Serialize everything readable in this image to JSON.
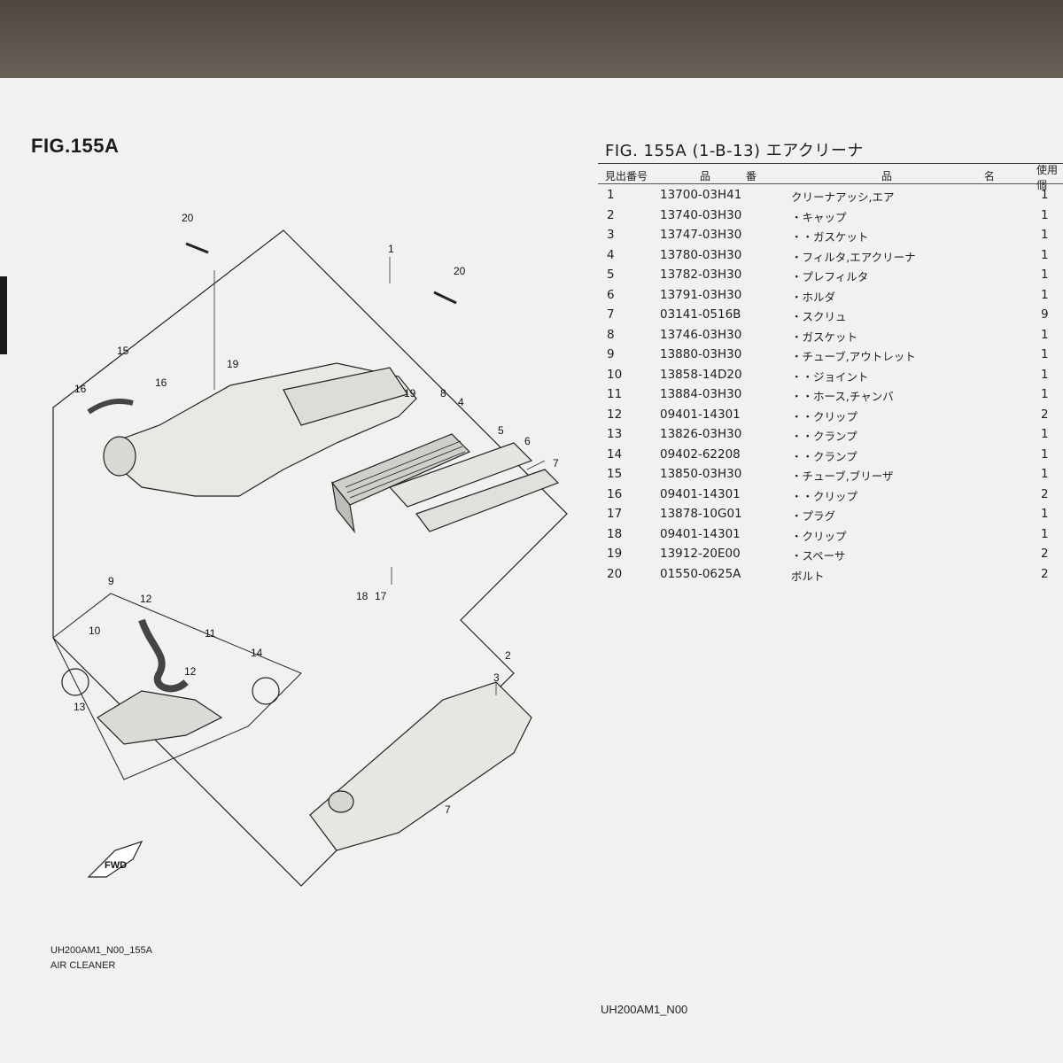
{
  "figure": {
    "left_label": "FIG.155A",
    "right_label": "FIG. 155A (1-B-13) エアクリーナ"
  },
  "columns": {
    "ref_no": "見出番号",
    "part_no": "品 番",
    "part_name": "品 名",
    "qty": "使用個"
  },
  "parts": [
    {
      "no": "1",
      "part_no": "13700-03H41",
      "name": "クリーナアッシ,エア",
      "qty": "1"
    },
    {
      "no": "2",
      "part_no": "13740-03H30",
      "name": "・キャップ",
      "qty": "1"
    },
    {
      "no": "3",
      "part_no": "13747-03H30",
      "name": "・・ガスケット",
      "qty": "1"
    },
    {
      "no": "4",
      "part_no": "13780-03H30",
      "name": "・フィルタ,エアクリーナ",
      "qty": "1"
    },
    {
      "no": "5",
      "part_no": "13782-03H30",
      "name": "・プレフィルタ",
      "qty": "1"
    },
    {
      "no": "6",
      "part_no": "13791-03H30",
      "name": "・ホルダ",
      "qty": "1"
    },
    {
      "no": "7",
      "part_no": "03141-0516B",
      "name": "・スクリュ",
      "qty": "9"
    },
    {
      "no": "8",
      "part_no": "13746-03H30",
      "name": "・ガスケット",
      "qty": "1"
    },
    {
      "no": "9",
      "part_no": "13880-03H30",
      "name": "・チューブ,アウトレット",
      "qty": "1"
    },
    {
      "no": "10",
      "part_no": "13858-14D20",
      "name": "・・ジョイント",
      "qty": "1"
    },
    {
      "no": "11",
      "part_no": "13884-03H30",
      "name": "・・ホース,チャンバ",
      "qty": "1"
    },
    {
      "no": "12",
      "part_no": "09401-14301",
      "name": "・・クリップ",
      "qty": "2"
    },
    {
      "no": "13",
      "part_no": "13826-03H30",
      "name": "・・クランプ",
      "qty": "1"
    },
    {
      "no": "14",
      "part_no": "09402-62208",
      "name": "・・クランプ",
      "qty": "1"
    },
    {
      "no": "15",
      "part_no": "13850-03H30",
      "name": "・チューブ,ブリーザ",
      "qty": "1"
    },
    {
      "no": "16",
      "part_no": "09401-14301",
      "name": "・・クリップ",
      "qty": "2"
    },
    {
      "no": "17",
      "part_no": "13878-10G01",
      "name": "・プラグ",
      "qty": "1"
    },
    {
      "no": "18",
      "part_no": "09401-14301",
      "name": "・クリップ",
      "qty": "1"
    },
    {
      "no": "19",
      "part_no": "13912-20E00",
      "name": "・スペーサ",
      "qty": "2"
    },
    {
      "no": "20",
      "part_no": "01550-0625A",
      "name": "ボルト",
      "qty": "2"
    }
  ],
  "callouts": [
    "20",
    "1",
    "20",
    "19",
    "15",
    "16",
    "16",
    "19",
    "8",
    "4",
    "5",
    "6",
    "7",
    "18",
    "17",
    "9",
    "12",
    "10",
    "11",
    "12",
    "13",
    "14",
    "2",
    "3",
    "7"
  ],
  "fwd_label": "FWD",
  "diagram_code": "UH200AM1_N00_155A",
  "diagram_title": "AIR CLEANER",
  "footer_code": "UH200AM1_N00"
}
